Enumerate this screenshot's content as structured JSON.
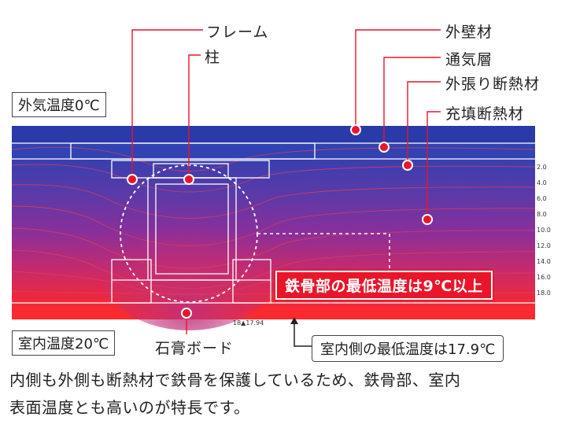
{
  "labels": {
    "frame": "フレーム",
    "column": "柱",
    "exterior_wall": "外壁材",
    "air_layer": "通気層",
    "external_insulation": "外張り断熱材",
    "filled_insulation": "充填断熱材",
    "gypsum_board": "石膏ボード"
  },
  "outdoor_temp": "外気温度0℃",
  "indoor_temp": "室内温度20℃",
  "steel_min_note": "鉄骨部の最低温度は9℃以上",
  "indoor_min_note": "室内側の最低温度は17.9℃",
  "min_marker": "18▲17.94",
  "scale_ticks": [
    "2.0",
    "4.0",
    "6.0",
    "8.0",
    "10.0",
    "12.0",
    "14.0",
    "16.0",
    "18.0"
  ],
  "caption_line1": "内側も外側も断熱材で鉄骨を保護しているため、鉄骨部、室内",
  "caption_line2": "表面温度とも高いのが特長です。",
  "colors": {
    "cold": "#2a3fa8",
    "warm": "#ff1a1a",
    "accent": "#e8152b"
  }
}
